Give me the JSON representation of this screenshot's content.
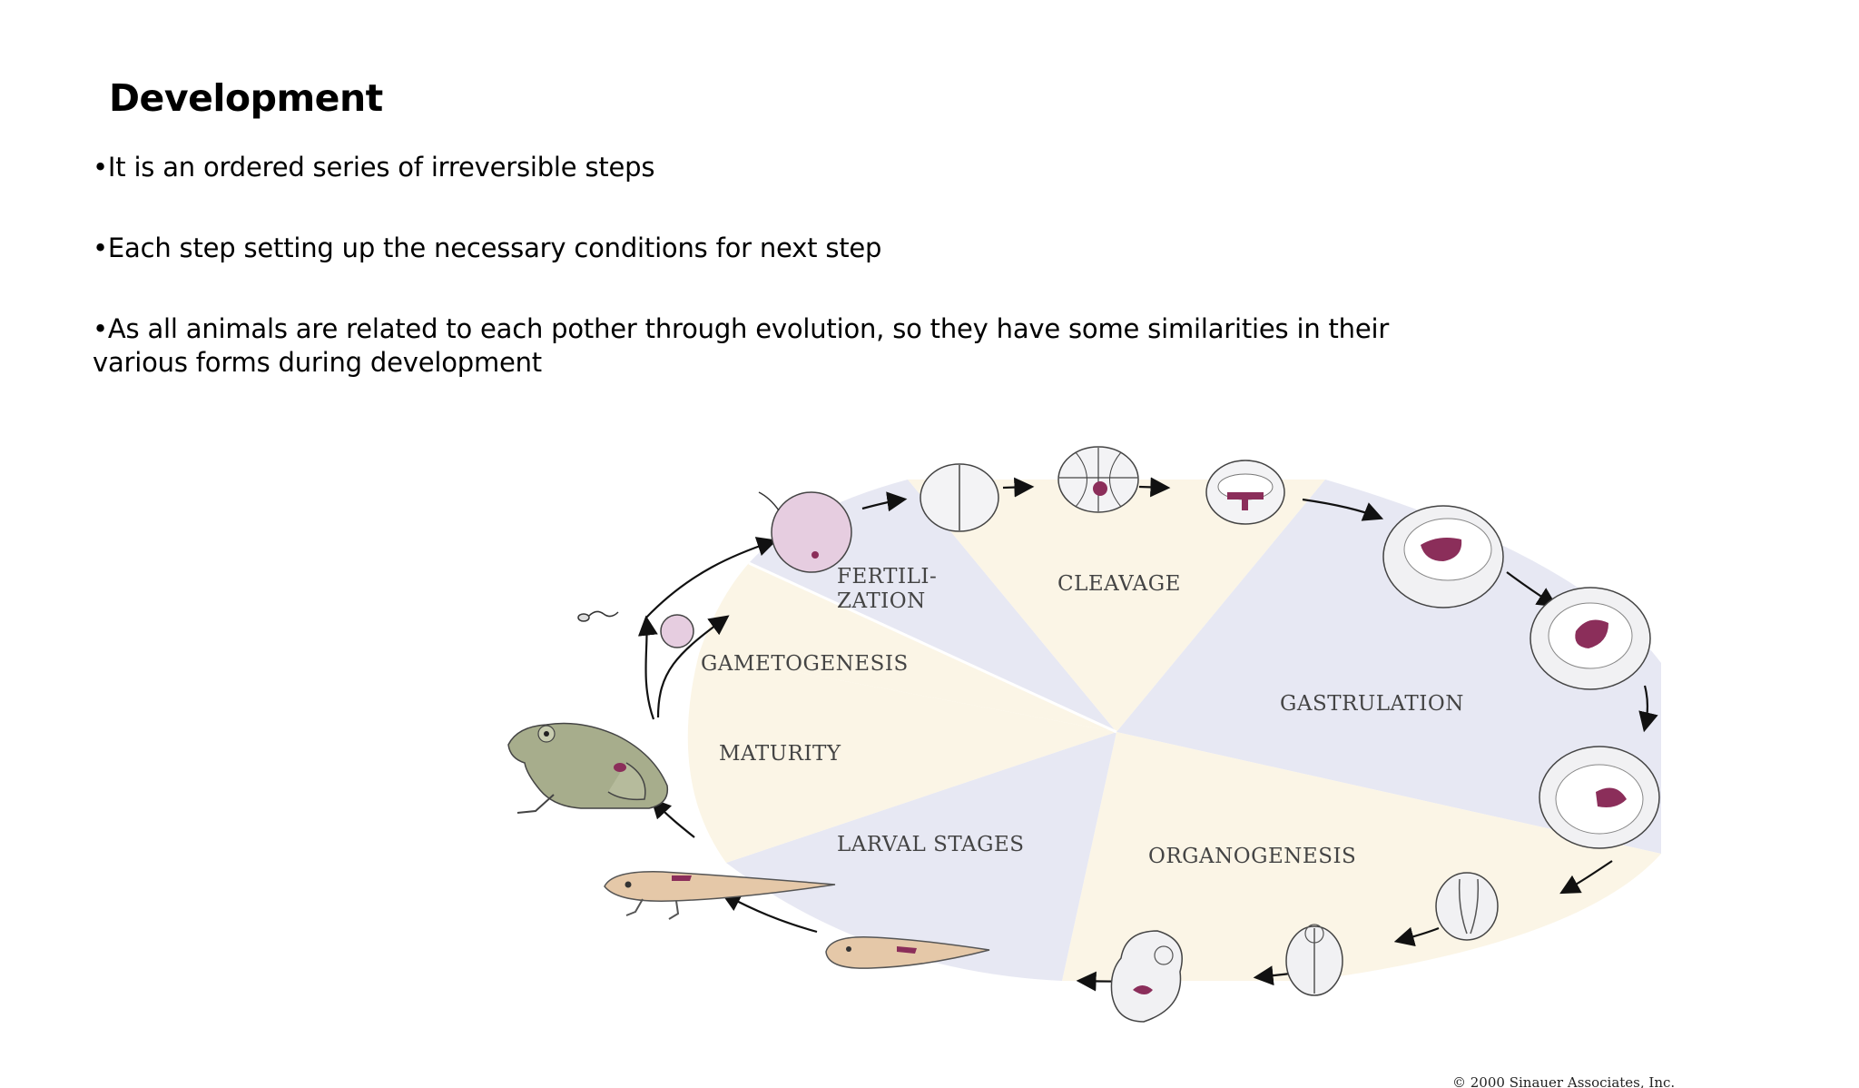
{
  "slide": {
    "title": "Development",
    "bullets": [
      "•It is an ordered series of irreversible steps",
      "•Each step setting up the necessary conditions for next step",
      "•As all animals are related to each pother through evolution, so they have some similarities in their various forms during development"
    ]
  },
  "figure": {
    "stages": {
      "fertilization_1": "FERTILI-",
      "fertilization_2": "ZATION",
      "cleavage": "CLEAVAGE",
      "gastrulation": "GASTRULATION",
      "organogenesis": "ORGANOGENESIS",
      "larval": "LARVAL STAGES",
      "maturity": "MATURITY",
      "gametogenesis": "GAMETOGENESIS"
    },
    "copyright": "© 2000 Sinauer Associates, Inc.",
    "colors": {
      "sector_lavender": "#e7e8f3",
      "sector_cream": "#fbf5e6",
      "embryo_purple": "#8b2e5a",
      "egg_pink": "#e6cde0",
      "frog_green": "#a7ad8c",
      "tadpole_tan": "#e5c8a8"
    }
  }
}
